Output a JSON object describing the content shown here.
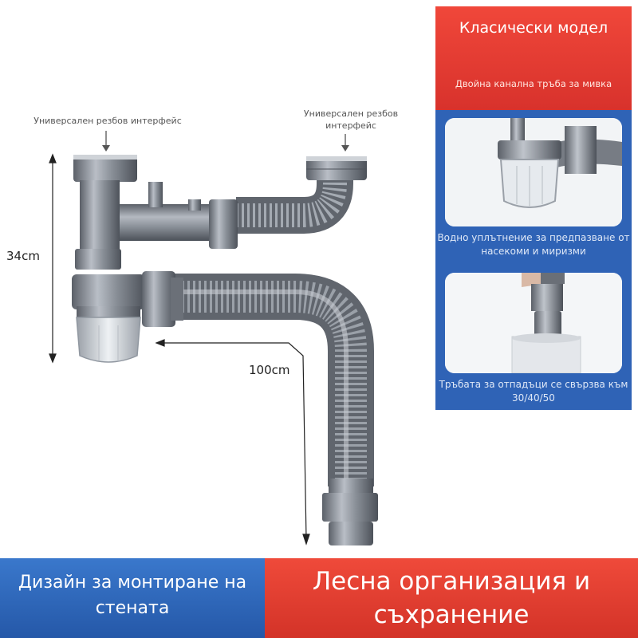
{
  "labels": {
    "thread_left": "Универсален резбов интерфейс",
    "thread_right": "Универсален резбов интерфейс",
    "height_dim": "34cm",
    "length_dim": "100cm"
  },
  "panel": {
    "title": "Класически модел",
    "subtitle": "Двойна канална тръба за мивка",
    "caption1": "Водно уплътнение за предпазване от насекоми и миризми",
    "caption2": "Тръбата за отпадъци се свързва към 30/40/50"
  },
  "banners": {
    "left": "Дизайн за монтиране на стената",
    "right": "Лесна организация и съхранение"
  },
  "colors": {
    "panel_blue": "#2f63b6",
    "accent_red": "#e0372e",
    "banner_blue": "#2f68ba",
    "pipe_gray": "#7b8089"
  }
}
